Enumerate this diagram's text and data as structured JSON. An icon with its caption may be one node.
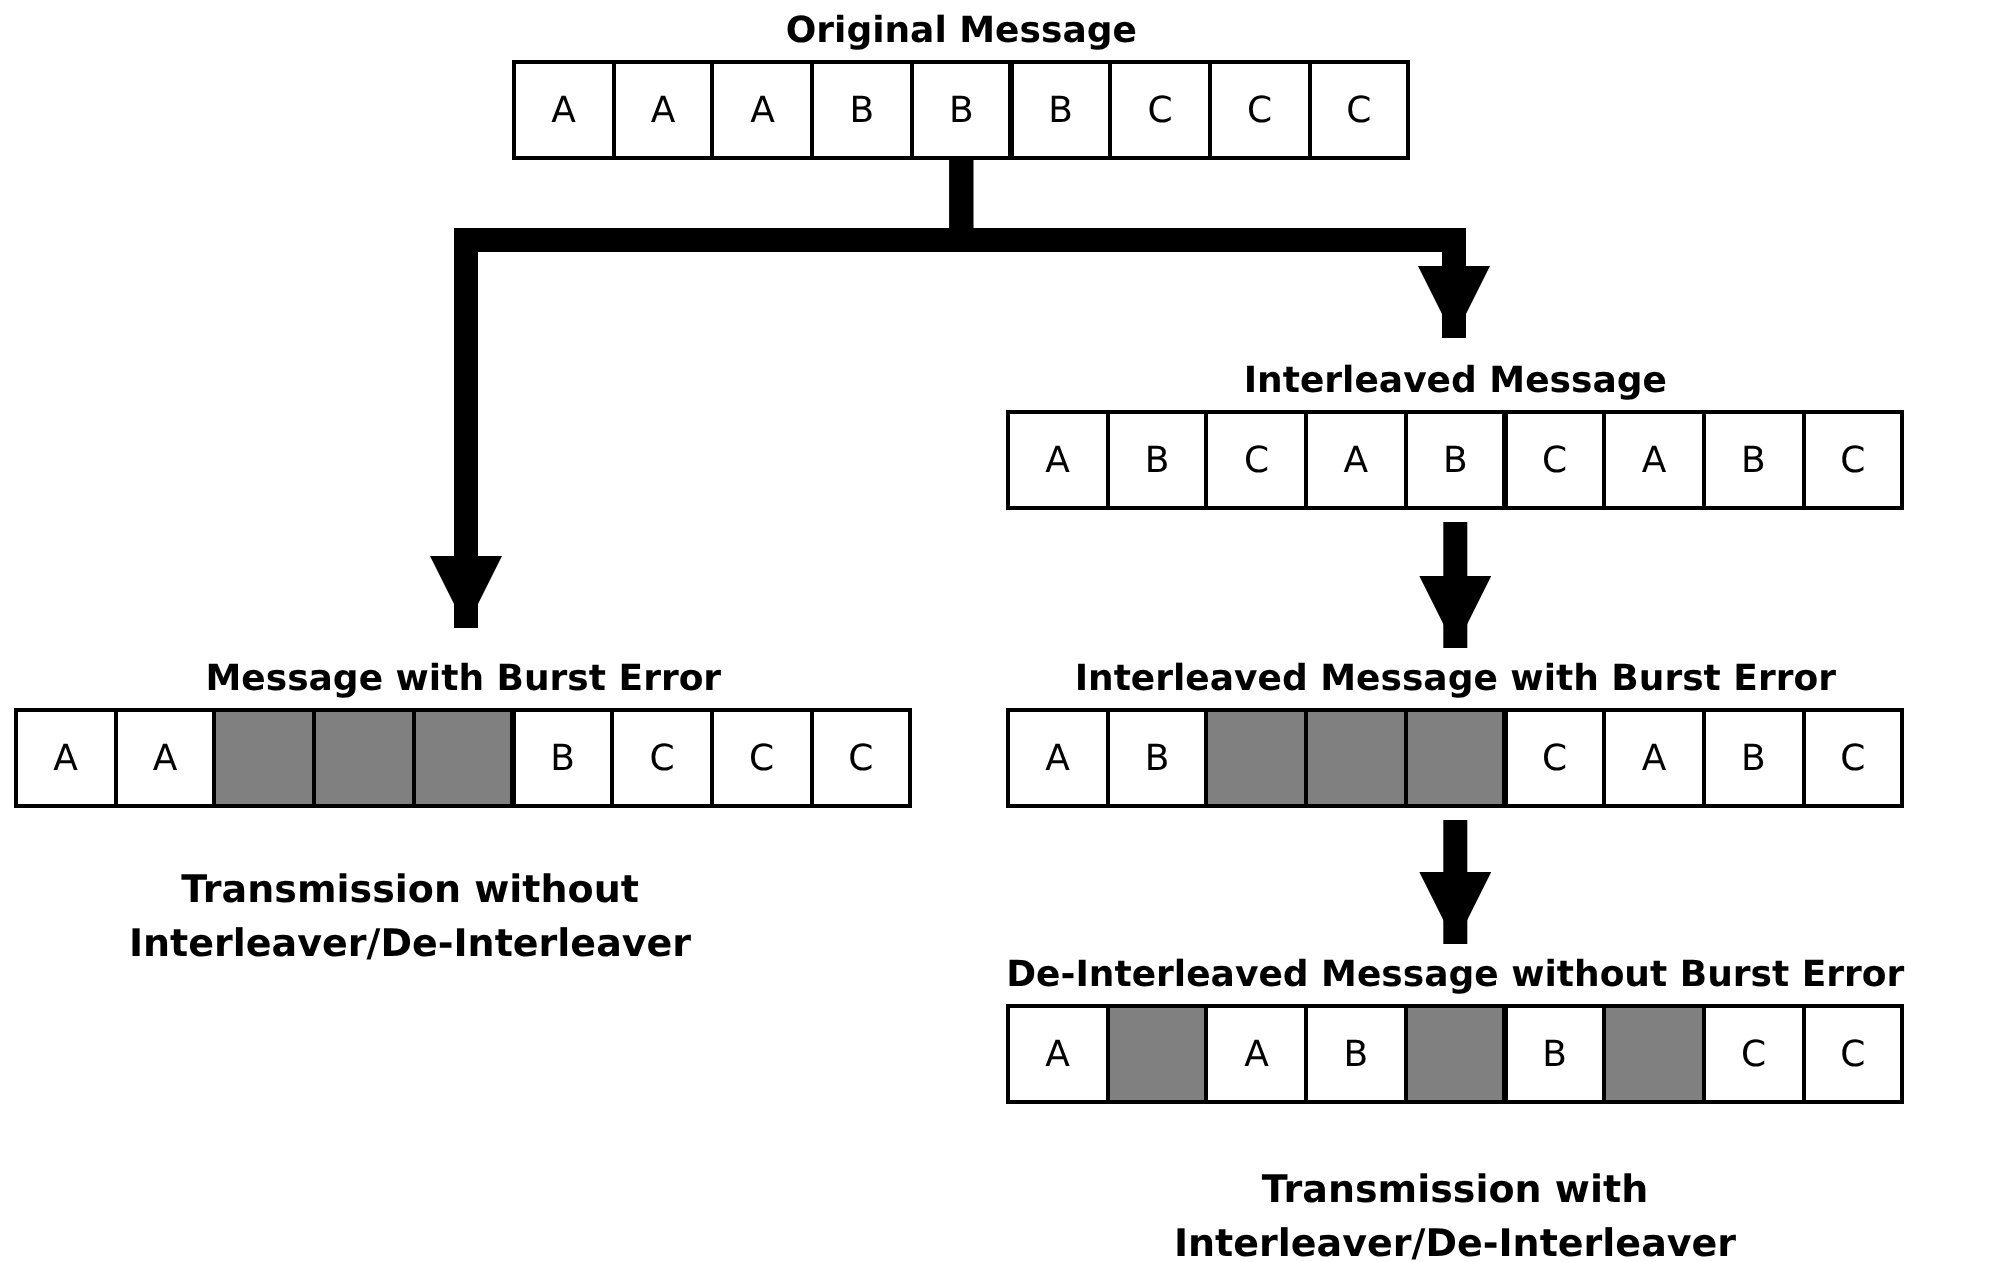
{
  "diagram": {
    "nodes": [
      {
        "text": [
          "Original Message"
        ]
      },
      {
        "text": [
          "A"
        ],
        "in": 0
      },
      {
        "text": [
          "A"
        ],
        "in": 0
      },
      {
        "text": [
          "A"
        ],
        "in": 0
      },
      {
        "text": [
          "B"
        ],
        "in": 0
      },
      {
        "text": [
          "B"
        ],
        "in": 0
      },
      {
        "text": [
          "B"
        ],
        "in": 0
      },
      {
        "text": [
          "C"
        ],
        "in": 0
      },
      {
        "text": [
          "C"
        ],
        "in": 0
      },
      {
        "text": [
          "C"
        ],
        "in": 0
      },
      {
        "text": [
          "Interleaved Message"
        ]
      },
      {
        "text": [
          "A"
        ],
        "in": 10
      },
      {
        "text": [
          "B"
        ],
        "in": 10
      },
      {
        "text": [
          "C"
        ],
        "in": 10
      },
      {
        "text": [
          "A"
        ],
        "in": 10
      },
      {
        "text": [
          "B"
        ],
        "in": 10
      },
      {
        "text": [
          "C"
        ],
        "in": 10
      },
      {
        "text": [
          "A"
        ],
        "in": 10
      },
      {
        "text": [
          "B"
        ],
        "in": 10
      },
      {
        "text": [
          "C"
        ],
        "in": 10
      },
      {
        "text": [
          "Message with Burst Error"
        ]
      },
      {
        "text": [
          "A"
        ],
        "in": 20
      },
      {
        "text": [
          "A"
        ],
        "in": 20
      },
      {
        "text": [],
        "shape": "box",
        "in": 20
      },
      {
        "text": [],
        "shape": "box",
        "in": 20
      },
      {
        "text": [],
        "shape": "box",
        "in": 20
      },
      {
        "text": [
          "B"
        ],
        "in": 20
      },
      {
        "text": [
          "C"
        ],
        "in": 20
      },
      {
        "text": [
          "C"
        ],
        "in": 20
      },
      {
        "text": [
          "C"
        ],
        "in": 20
      },
      {
        "text": [
          "Interleaved Message with Burst Error"
        ]
      },
      {
        "text": [
          "A"
        ],
        "in": 30
      },
      {
        "text": [
          "B"
        ],
        "in": 30
      },
      {
        "text": [],
        "shape": "box",
        "in": 30
      },
      {
        "text": [],
        "shape": "box",
        "in": 30
      },
      {
        "text": [],
        "shape": "box",
        "in": 30
      },
      {
        "text": [
          "C"
        ],
        "in": 30
      },
      {
        "text": [
          "A"
        ],
        "in": 30
      },
      {
        "text": [
          "B"
        ],
        "in": 30
      },
      {
        "text": [
          "C"
        ],
        "in": 30
      },
      {
        "text": [
          "De-Interleaved Message without Burst Error"
        ]
      },
      {
        "text": [
          "A"
        ],
        "in": 40
      },
      {
        "text": [],
        "shape": "box",
        "in": 40
      },
      {
        "text": [
          "A"
        ],
        "in": 40
      },
      {
        "text": [
          "B"
        ],
        "in": 40
      },
      {
        "text": [],
        "shape": "box",
        "in": 40
      },
      {
        "text": [
          "B"
        ],
        "in": 40
      },
      {
        "text": [],
        "shape": "box",
        "in": 40
      },
      {
        "text": [
          "C"
        ],
        "in": 40
      },
      {
        "text": [
          "C"
        ],
        "in": 40
      }
    ],
    "edges": [
      {
        "from": 0,
        "to": 20,
        "arrow": "to"
      },
      {
        "from": 0,
        "to": 10,
        "arrow": "to"
      },
      {
        "from": 10,
        "to": 30,
        "arrow": "to"
      },
      {
        "from": 30,
        "to": 40,
        "arrow": "to"
      }
    ],
    "labels": [
      "Transmission without Interleaver/De-Interleaver",
      "Transmission with Interleaver/De-Interleaver"
    ]
  }
}
